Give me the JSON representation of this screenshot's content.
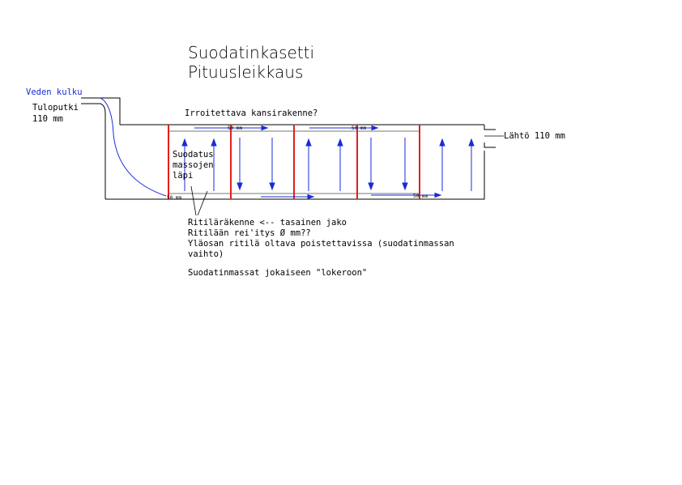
{
  "title": {
    "line1": "Suodatinkasetti",
    "line2": "Pituusleikkaus"
  },
  "labels": {
    "flow": "Veden kulku",
    "inlet_line1": "Tuloputki",
    "inlet_line2": "110 mm",
    "removable_cover": "Irroitettava kansirakenne?",
    "outlet": "Lähtö 110 mm",
    "filter_line1": "Suodatus",
    "filter_line2": "massojen",
    "filter_line3": "läpi"
  },
  "dims": {
    "top_left": "50 mm",
    "top_right": "50 mm",
    "bottom_left": "50 mm",
    "bottom_right": "50 mm"
  },
  "notes": [
    "Ritiläräkenne <-- tasainen jako",
    "Ritilään rei'itys Ø mm??",
    "Yläosan ritilä oltava poistettavissa (suodatinmassan",
    "vaihto)"
  ],
  "note_last": "Suodatinmassat jokaiseen \"lokeroon\"",
  "colors": {
    "line": "#000000",
    "grid": "#e0201c",
    "flow": "#1a2bd6"
  }
}
